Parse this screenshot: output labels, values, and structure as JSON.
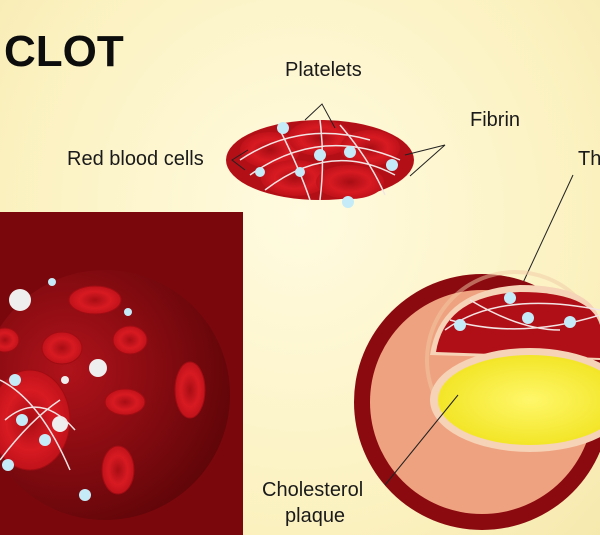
{
  "title": "CLOT",
  "labels": {
    "platelets": "Platelets",
    "fibrin": "Fibrin",
    "red_blood_cells": "Red blood cells",
    "thrombus_partial": "Th",
    "cholesterol": "Cholesterol",
    "plaque": "plaque"
  },
  "colors": {
    "background": "#fbf1bf",
    "blood_dark": "#8a0a10",
    "rbc": "#d3161e",
    "platelet": "#bfe6f5",
    "cholesterol": "#f7ee2a",
    "vessel_wall": "#eea27e"
  }
}
